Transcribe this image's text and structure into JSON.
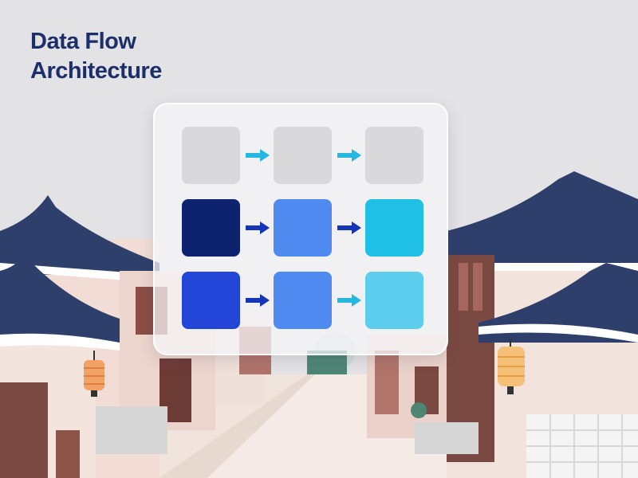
{
  "title": {
    "line1": "Data Flow",
    "line2": "Architecture"
  },
  "colors": {
    "title": "#1d2f6b",
    "placeholder": "#d9d9dc",
    "dark_navy": "#0d2370",
    "royal_blue": "#2446d8",
    "blue": "#4e8af0",
    "cyan": "#1fbfe6",
    "light_cyan": "#5ccdec",
    "arrow_cyan": "#25b7e0",
    "arrow_navy": "#1535b8"
  },
  "grid": {
    "rows": [
      {
        "row": 1,
        "tiles": [
          "placeholder",
          "placeholder",
          "placeholder"
        ],
        "arrows": [
          "arrow_cyan",
          "arrow_cyan"
        ]
      },
      {
        "row": 2,
        "tiles": [
          "dark_navy",
          "blue",
          "cyan"
        ],
        "arrows": [
          "arrow_navy",
          "arrow_navy"
        ]
      },
      {
        "row": 3,
        "tiles": [
          "royal_blue",
          "blue",
          "light_cyan"
        ],
        "arrows": [
          "arrow_navy",
          "arrow_cyan"
        ]
      }
    ]
  },
  "background": {
    "scene": "hanok village alley",
    "lanterns": [
      "orange-lantern",
      "yellow-lantern"
    ]
  }
}
